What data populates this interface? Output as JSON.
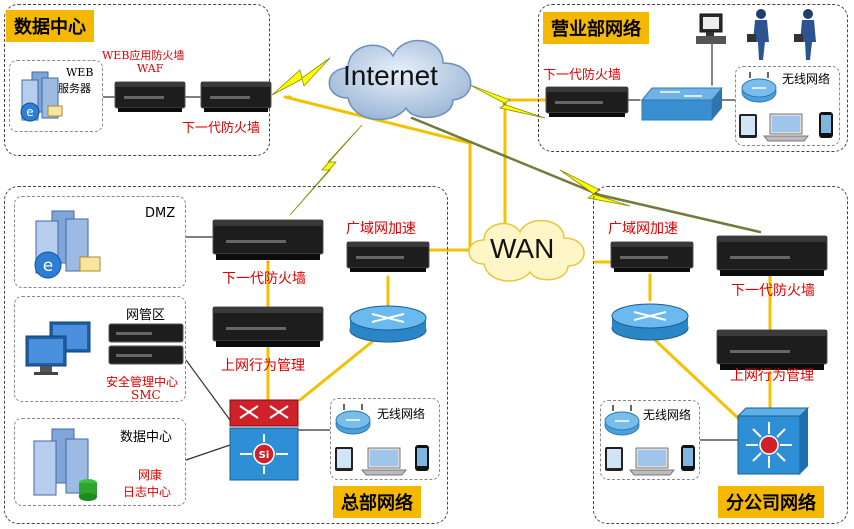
{
  "regions": {
    "datacenter": {
      "title": "数据中心",
      "web_firewall": "WEB应用防火墙",
      "waf": "WAF",
      "ngfw": "下一代防火墙",
      "web_server_line1": "WEB",
      "web_server_line2": "服务器"
    },
    "sales": {
      "title": "营业部网络",
      "ngfw": "下一代防火墙",
      "wireless": "无线网络"
    },
    "hq": {
      "title": "总部网络",
      "dmz": "DMZ",
      "mgmt_zone": "网管区",
      "smc_line1": "安全管理中心",
      "smc_line2": "SMC",
      "dc": "数据中心",
      "log_line1": "网康",
      "log_line2": "日志中心",
      "ngfw": "下一代防火墙",
      "behavior": "上网行为管理",
      "wan_accel": "广域网加速",
      "wireless": "无线网络"
    },
    "branch": {
      "title": "分公司网络",
      "wan_accel": "广域网加速",
      "ngfw": "下一代防火墙",
      "behavior": "上网行为管理",
      "wireless": "无线网络"
    }
  },
  "clouds": {
    "internet": "Internet",
    "wan": "WAN"
  },
  "colors": {
    "tag_bg": "#f5b800",
    "label_red": "#e00000",
    "link_yellow": "#f2c200",
    "link_olive": "#6f7c3a",
    "lightning": "#ffff00"
  }
}
